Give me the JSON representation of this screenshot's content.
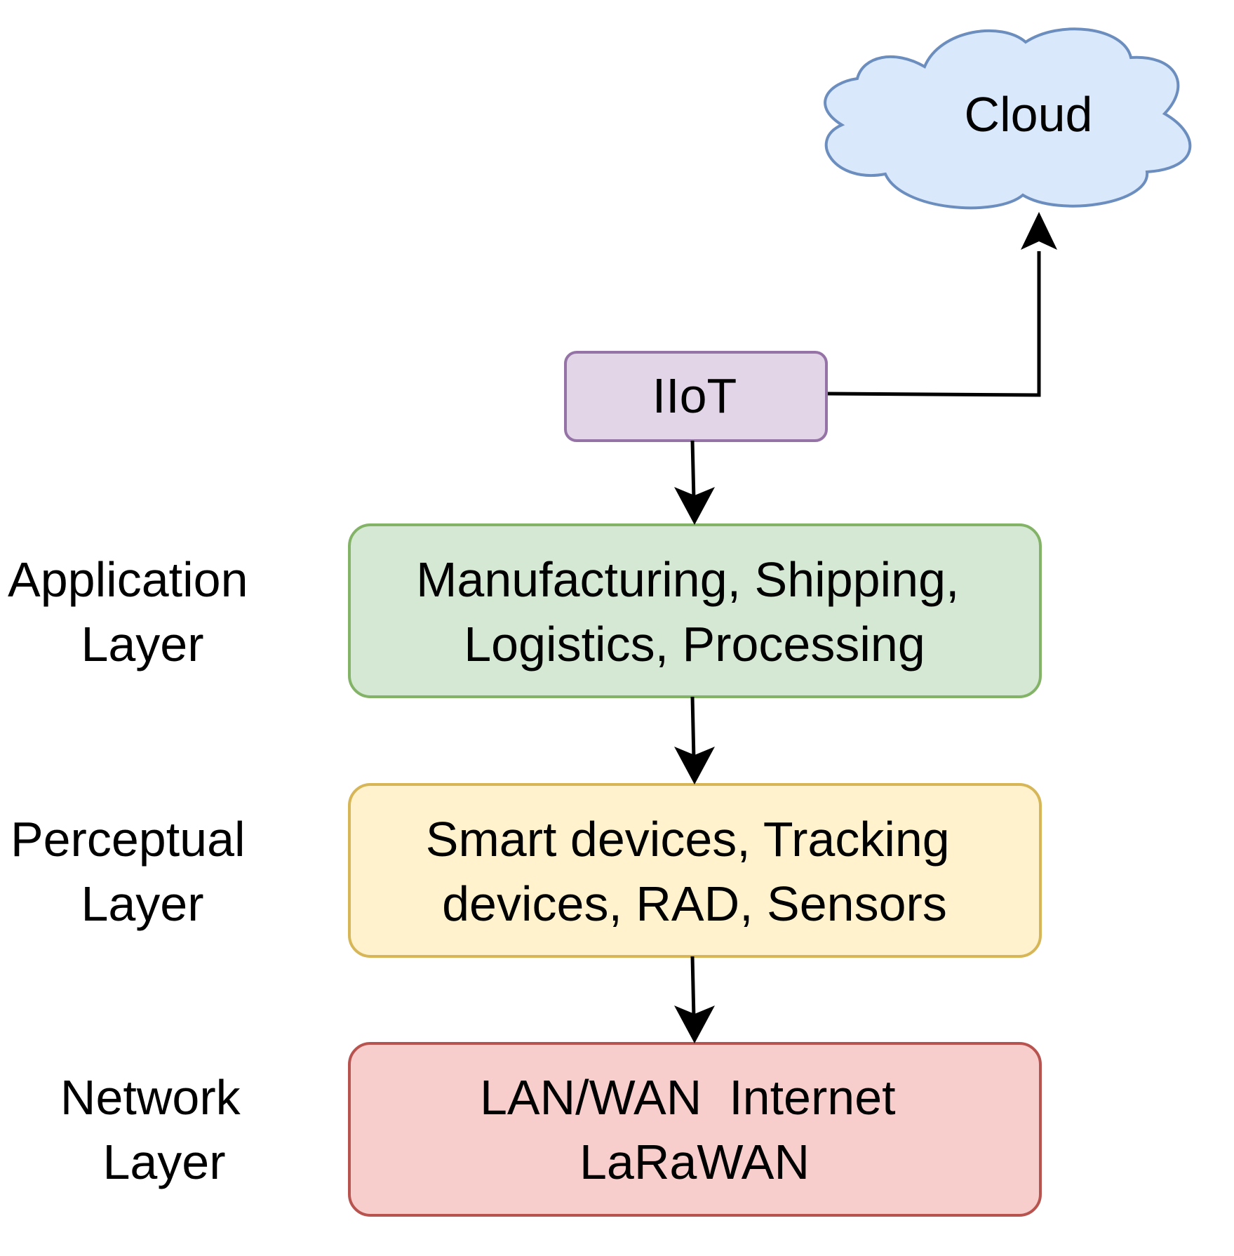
{
  "nodes": {
    "cloud": {
      "label": "Cloud",
      "fill": "#dae8fc",
      "stroke": "#6c8ebf",
      "shape": "cloud"
    },
    "iiot": {
      "label": "IIoT",
      "fill": "#e1d5e7",
      "stroke": "#9673a6"
    },
    "application": {
      "lines": [
        "Manufacturing, Shipping,",
        "Logistics, Processing"
      ],
      "fill": "#d5e8d4",
      "stroke": "#82b366"
    },
    "perceptual": {
      "lines": [
        "Smart devices, Tracking",
        "devices, RAD, Sensors"
      ],
      "fill": "#fff2cc",
      "stroke": "#d6b656"
    },
    "network": {
      "lines": [
        "LAN/WAN  Internet",
        "LaRaWAN"
      ],
      "fill": "#f8cecc",
      "stroke": "#b85450"
    }
  },
  "layer_labels": {
    "application": [
      "Application",
      "Layer"
    ],
    "perceptual": [
      "Perceptual",
      "Layer"
    ],
    "network": [
      "Network",
      "Layer"
    ]
  },
  "edges": [
    {
      "from": "iiot",
      "to": "cloud"
    },
    {
      "from": "iiot",
      "to": "application"
    },
    {
      "from": "application",
      "to": "perceptual"
    },
    {
      "from": "perceptual",
      "to": "network"
    }
  ]
}
